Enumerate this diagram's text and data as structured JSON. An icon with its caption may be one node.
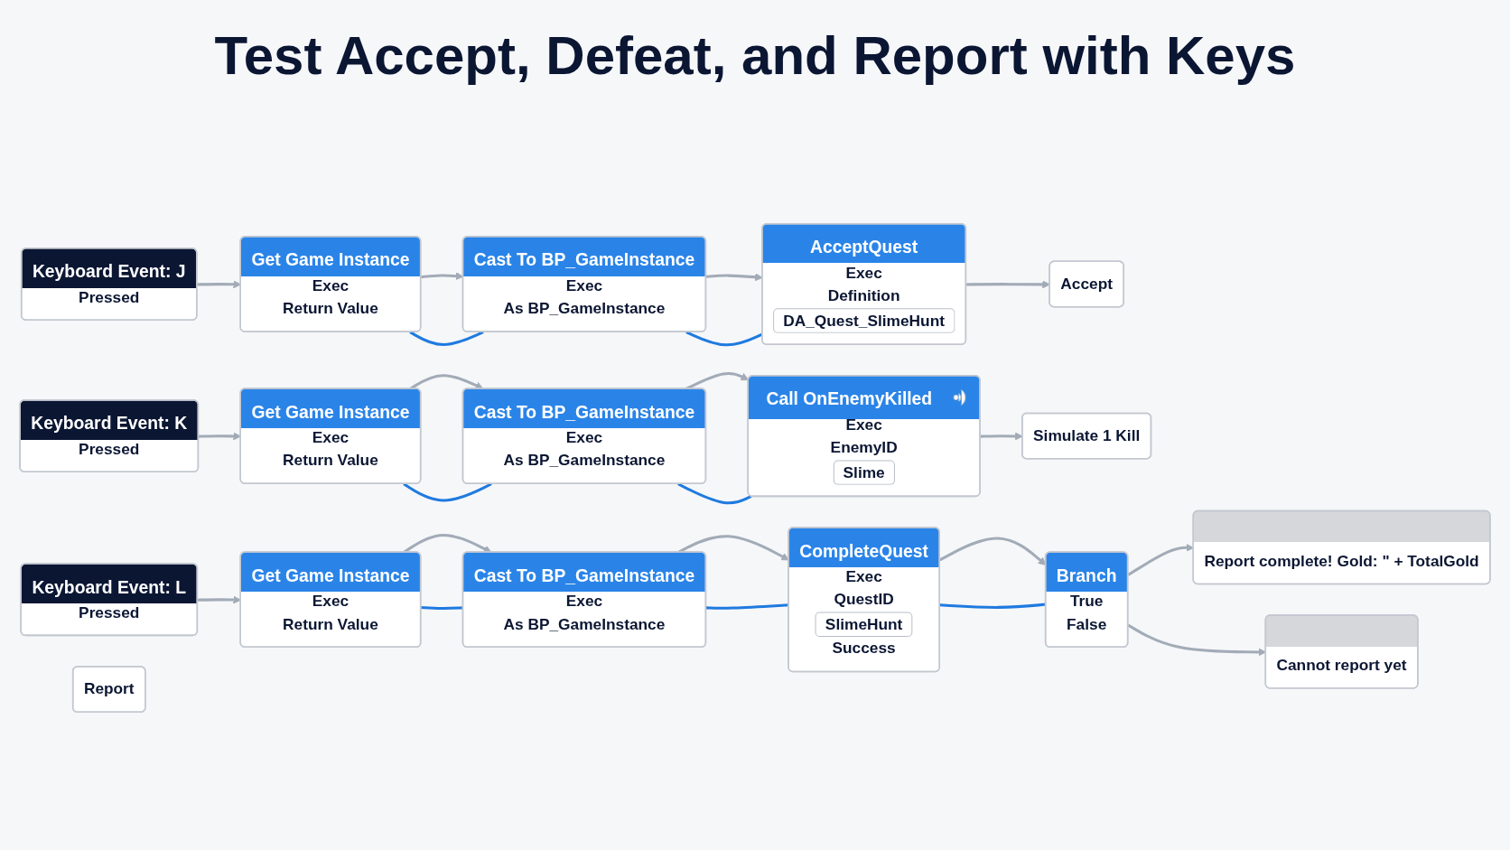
{
  "diagram": {
    "title": "Test Accept, Defeat, and Report with Keys",
    "nodes": [
      {
        "text": [
          "Keyboard Event: J",
          "Pressed"
        ]
      },
      {
        "text": [
          "Get Game Instance",
          "Exec",
          "Return Value"
        ]
      },
      {
        "text": [
          "Cast To BP_GameInstance",
          "Exec",
          "As BP_GameInstance"
        ]
      },
      {
        "text": [
          "AcceptQuest",
          "Exec",
          "Definition",
          "DA_Quest_SlimeHunt"
        ]
      },
      {
        "text": [
          "Accept"
        ]
      },
      {
        "text": [
          "Keyboard Event: K",
          "Pressed"
        ]
      },
      {
        "text": [
          "Get Game Instance",
          "Exec",
          "Return Value"
        ]
      },
      {
        "text": [
          "Cast To BP_GameInstance",
          "Exec",
          "As BP_GameInstance"
        ]
      },
      {
        "text": [
          "Call OnEnemyKilled",
          "Exec",
          "EnemyID",
          "Slime"
        ]
      },
      {
        "text": [
          "Simulate 1 Kill"
        ]
      },
      {
        "text": [
          "Keyboard Event: L",
          "Pressed"
        ]
      },
      {
        "text": [
          "Get Game Instance",
          "Exec",
          "Return Value"
        ]
      },
      {
        "text": [
          "Cast To BP_GameInstance",
          "Exec",
          "As BP_GameInstance"
        ]
      },
      {
        "text": [
          "CompleteQuest",
          "Exec",
          "QuestID",
          "SlimeHunt",
          "Success"
        ]
      },
      {
        "text": [
          "Branch",
          "True",
          "False"
        ]
      },
      {
        "text": [
          "Report"
        ]
      },
      {
        "text": [
          "Report complete! Gold: \" + TotalGold"
        ]
      },
      {
        "text": [
          "Cannot report yet"
        ]
      }
    ],
    "edges": [
      {
        "from": 0,
        "to": 1,
        "arrow": "to"
      },
      {
        "from": 1,
        "to": 2,
        "arrow": "to"
      },
      {
        "from": 1,
        "to": 2,
        "arrow": "none",
        "color": "#1f7ae0"
      },
      {
        "from": 2,
        "to": 3,
        "arrow": "to"
      },
      {
        "from": 2,
        "to": 3,
        "arrow": "none",
        "color": "#1f7ae0"
      },
      {
        "from": 3,
        "to": 4,
        "arrow": "to"
      },
      {
        "from": 5,
        "to": 6,
        "arrow": "to"
      },
      {
        "from": 6,
        "to": 7,
        "arrow": "to"
      },
      {
        "from": 6,
        "to": 7,
        "arrow": "none",
        "color": "#1f7ae0"
      },
      {
        "from": 7,
        "to": 8,
        "arrow": "to"
      },
      {
        "from": 7,
        "to": 8,
        "arrow": "none",
        "color": "#1f7ae0"
      },
      {
        "from": 8,
        "to": 9,
        "arrow": "to"
      },
      {
        "from": 10,
        "to": 11,
        "arrow": "to"
      },
      {
        "from": 11,
        "to": 12,
        "arrow": "to"
      },
      {
        "from": 11,
        "to": 12,
        "arrow": "none",
        "color": "#1f7ae0"
      },
      {
        "from": 12,
        "to": 13,
        "arrow": "to"
      },
      {
        "from": 12,
        "to": 13,
        "arrow": "none",
        "color": "#1f7ae0"
      },
      {
        "from": 13,
        "to": 14,
        "arrow": "to"
      },
      {
        "from": 13,
        "to": 14,
        "arrow": "none",
        "color": "#1f7ae0"
      },
      {
        "from": 14,
        "to": 16,
        "arrow": "to"
      },
      {
        "from": 14,
        "to": 17,
        "arrow": "to"
      }
    ]
  }
}
